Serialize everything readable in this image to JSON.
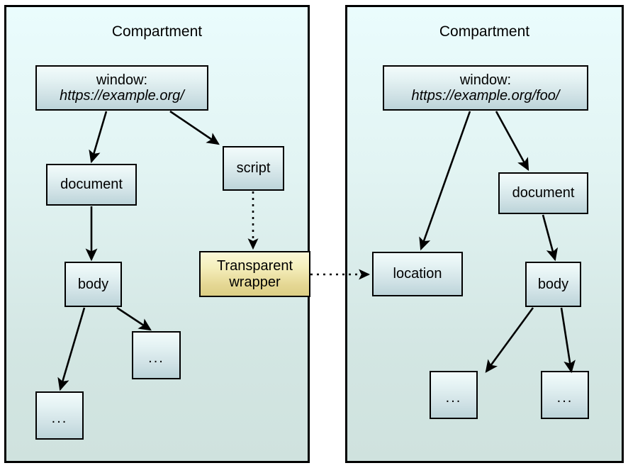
{
  "diagram": {
    "title": "Cross-compartment wrapper diagram",
    "colors": {
      "compartment_top": "#eafcfd",
      "compartment_bottom": "#cfe2de",
      "node_top": "#f2fbfb",
      "node_bottom": "#bcd4d9",
      "wrapper_top": "#fbf8d8",
      "wrapper_bottom": "#dccf84",
      "stroke": "#000000",
      "background": "#ffffff"
    }
  },
  "compartments": [
    {
      "id": "left",
      "label": "Compartment",
      "nodes": {
        "window_label": "window:",
        "window_url": "https://example.org/",
        "document": "document",
        "script": "script",
        "body": "body",
        "wrapper_line1": "Transparent",
        "wrapper_line2": "wrapper",
        "ellipsis_right": "...",
        "ellipsis_bottom": "..."
      }
    },
    {
      "id": "right",
      "label": "Compartment",
      "nodes": {
        "window_label": "window:",
        "window_url": "https://example.org/foo/",
        "document": "document",
        "location": "location",
        "body": "body",
        "ellipsis_left": "...",
        "ellipsis_right": "..."
      }
    }
  ],
  "edges": [
    {
      "from": "left.window",
      "to": "left.document",
      "style": "solid"
    },
    {
      "from": "left.window",
      "to": "left.script",
      "style": "solid"
    },
    {
      "from": "left.document",
      "to": "left.body",
      "style": "solid"
    },
    {
      "from": "left.script",
      "to": "left.wrapper",
      "style": "dotted"
    },
    {
      "from": "left.body",
      "to": "left.ellipsis_bottom",
      "style": "solid"
    },
    {
      "from": "left.body",
      "to": "left.ellipsis_right",
      "style": "solid"
    },
    {
      "from": "left.wrapper",
      "to": "right.location",
      "style": "dotted"
    },
    {
      "from": "right.window",
      "to": "right.location",
      "style": "solid"
    },
    {
      "from": "right.window",
      "to": "right.document",
      "style": "solid"
    },
    {
      "from": "right.document",
      "to": "right.body",
      "style": "solid"
    },
    {
      "from": "right.body",
      "to": "right.ellipsis_left",
      "style": "solid"
    },
    {
      "from": "right.body",
      "to": "right.ellipsis_right",
      "style": "solid"
    }
  ]
}
